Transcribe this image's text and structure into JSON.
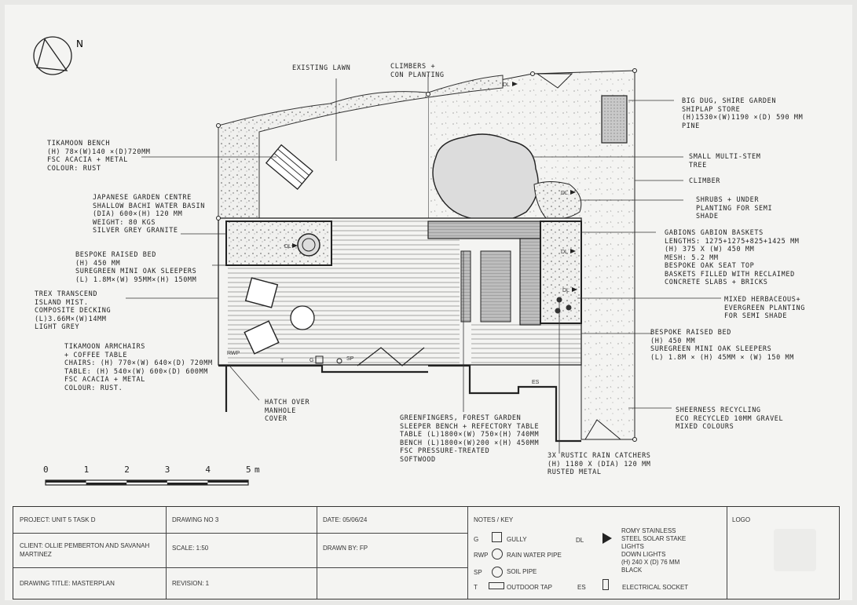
{
  "north_label": "N",
  "scale_bar": {
    "ticks": [
      "0",
      "1",
      "2",
      "3",
      "4",
      "5",
      "m"
    ]
  },
  "annotations": {
    "existing_lawn": "EXISTING LAWN",
    "climbers": "CLIMBERS +\nCON PLANTING",
    "bench": "TIKAMOON BENCH\n(H) 78×(W)140 ×(D)720MM\nFSC ACACIA + METAL\nCOLOUR: RUST",
    "store": "BIG DUG, SHIRE GARDEN\nSHIPLAP STORE\n(H)1530×(W)1190 ×(D) 590 MM\nPINE",
    "tree": "SMALL MULTI-STEM\nTREE",
    "climber": "CLIMBER",
    "shrubs": "SHRUBS + UNDER\nPLANTING FOR SEMI\nSHADE",
    "basin": "JAPANESE GARDEN CENTRE\nSHALLOW BACHI WATER BASIN\n(DIA) 600×(H) 120 MM\nWEIGHT: 80 KGS\nSILVER GREY GRANITE",
    "baskets": "GABIONS GABION BASKETS\nLENGTHS: 1275+1275+825+1425 MM\n(H) 375 X (W) 450 MM\nMESH: 5.2 MM\nBESPOKE OAK SEAT TOP\nBASKETS FILLED WITH RECLAIMED\nCONCRETE SLABS + BRICKS",
    "raised_bed_left": "BESPOKE RAISED BED\n(H) 450 MM\nSUREGREEN MINI OAK SLEEPERS\n(L) 1.8M×(W) 95MM×(H) 150MM",
    "decking": "TREX TRANSCEND\nISLAND MIST.\nCOMPOSITE DECKING\n(L)3.66M×(W)14MM\nLIGHT GREY",
    "herbaceous": "MIXED HERBACEOUS+\nEVERGREEN PLANTING\nFOR SEMI SHADE",
    "raised_bed_right": "BESPOKE RAISED BED\n(H) 450 MM\nSUREGREEN MINI OAK SLEEPERS\n(L) 1.8M × (H) 45MM × (W) 150 MM",
    "armchairs": "TIKAMOON ARMCHAIRS\n+ COFFEE TABLE\nCHAIRS: (H) 770×(W) 640×(D) 720MM\nTABLE: (H) 540×(W) 600×(D) 600MM\nFSC ACACIA + METAL\nCOLOUR: RUST.",
    "hatch": "HATCH OVER\nMANHOLE\nCOVER",
    "gravel": "SHEERNESS RECYCLING\nECO RECYCLED 10MM GRAVEL\nMIXED COLOURS",
    "bench_table": "GREENFINGERS, FOREST GARDEN\nSLEEPER BENCH + REFECTORY TABLE\nTABLE (L)1800×(W) 750×(H) 740MM\nBENCH (L)1800×(W)200 ×(H) 450MM\nFSC PRESSURE-TREATED\nSOFTWOOD",
    "rain_catchers": "3X RUSTIC RAIN CATCHERS\n(H) 1180 X (DIA) 120 MM\nRUSTED METAL"
  },
  "plan_labels": {
    "dl": "DL",
    "rwp": "RWP",
    "g": "G",
    "sp": "SP",
    "t": "T",
    "es": "ES"
  },
  "title_block": {
    "project": "PROJECT: UNIT 5 TASK D",
    "drawing_no": "DRAWING NO 3",
    "date": "DATE: 05/06/24",
    "client": "CLIENT: OLLIE PEMBERTON AND SAVANAH MARTINEZ",
    "scale": "SCALE: 1:50",
    "drawn_by": "DRAWN BY: FP",
    "drawing_title": "DRAWING TITLE: MASTERPLAN",
    "revision": "REVISION: 1",
    "notes_key_title": "NOTES / KEY",
    "logo": "LOGO",
    "key": {
      "g_code": "G",
      "g_label": "GULLY",
      "rwp_code": "RWP",
      "rwp_label": "RAIN WATER PIPE",
      "sp_code": "SP",
      "sp_label": "SOIL PIPE",
      "t_code": "T",
      "t_label": "OUTDOOR TAP",
      "dl_code": "DL",
      "dl_label": "ROMY STAINLESS\nSTEEL SOLAR STAKE\nLIGHTS\nDOWN LIGHTS\n(H) 240 X (D) 76 MM\nBLACK",
      "es_code": "ES",
      "es_label": "ELECTRICAL SOCKET"
    }
  }
}
